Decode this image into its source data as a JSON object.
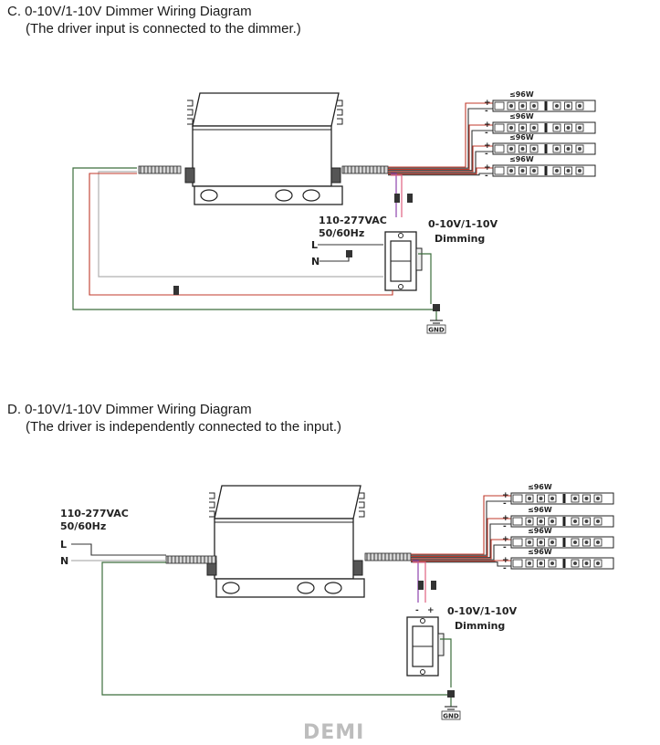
{
  "section_c": {
    "title": "C. 0-10V/1-10V Dimmer Wiring Diagram",
    "subtitle": "(The driver input is connected to the dimmer.)",
    "input_voltage": "110-277VAC",
    "input_freq": "50/60Hz",
    "line_label": "L",
    "neutral_label": "N",
    "dimming_label_1": "0-10V/1-10V",
    "dimming_label_2": "Dimming",
    "gnd_label": "GND",
    "strip_power": "≤96W",
    "plus": "+",
    "minus": "-"
  },
  "section_d": {
    "title": "D. 0-10V/1-10V Dimmer Wiring Diagram",
    "subtitle": "(The driver is independently connected to the input.)",
    "input_voltage": "110-277VAC",
    "input_freq": "50/60Hz",
    "line_label": "L",
    "neutral_label": "N",
    "dimming_label_1": "0-10V/1-10V",
    "dimming_label_2": "Dimming",
    "gnd_label": "GND",
    "strip_power": "≤96W",
    "plus": "+",
    "minus": "-"
  },
  "watermark": "DEMI",
  "colors": {
    "wire_ground": "#3c6e3c",
    "wire_neutral": "#b0b0b0",
    "wire_live": "#c0392b",
    "wire_dim_purple": "#8e44ad",
    "wire_dim_pink": "#e06080",
    "driver_body": "#ffffff",
    "outline": "#222222"
  }
}
